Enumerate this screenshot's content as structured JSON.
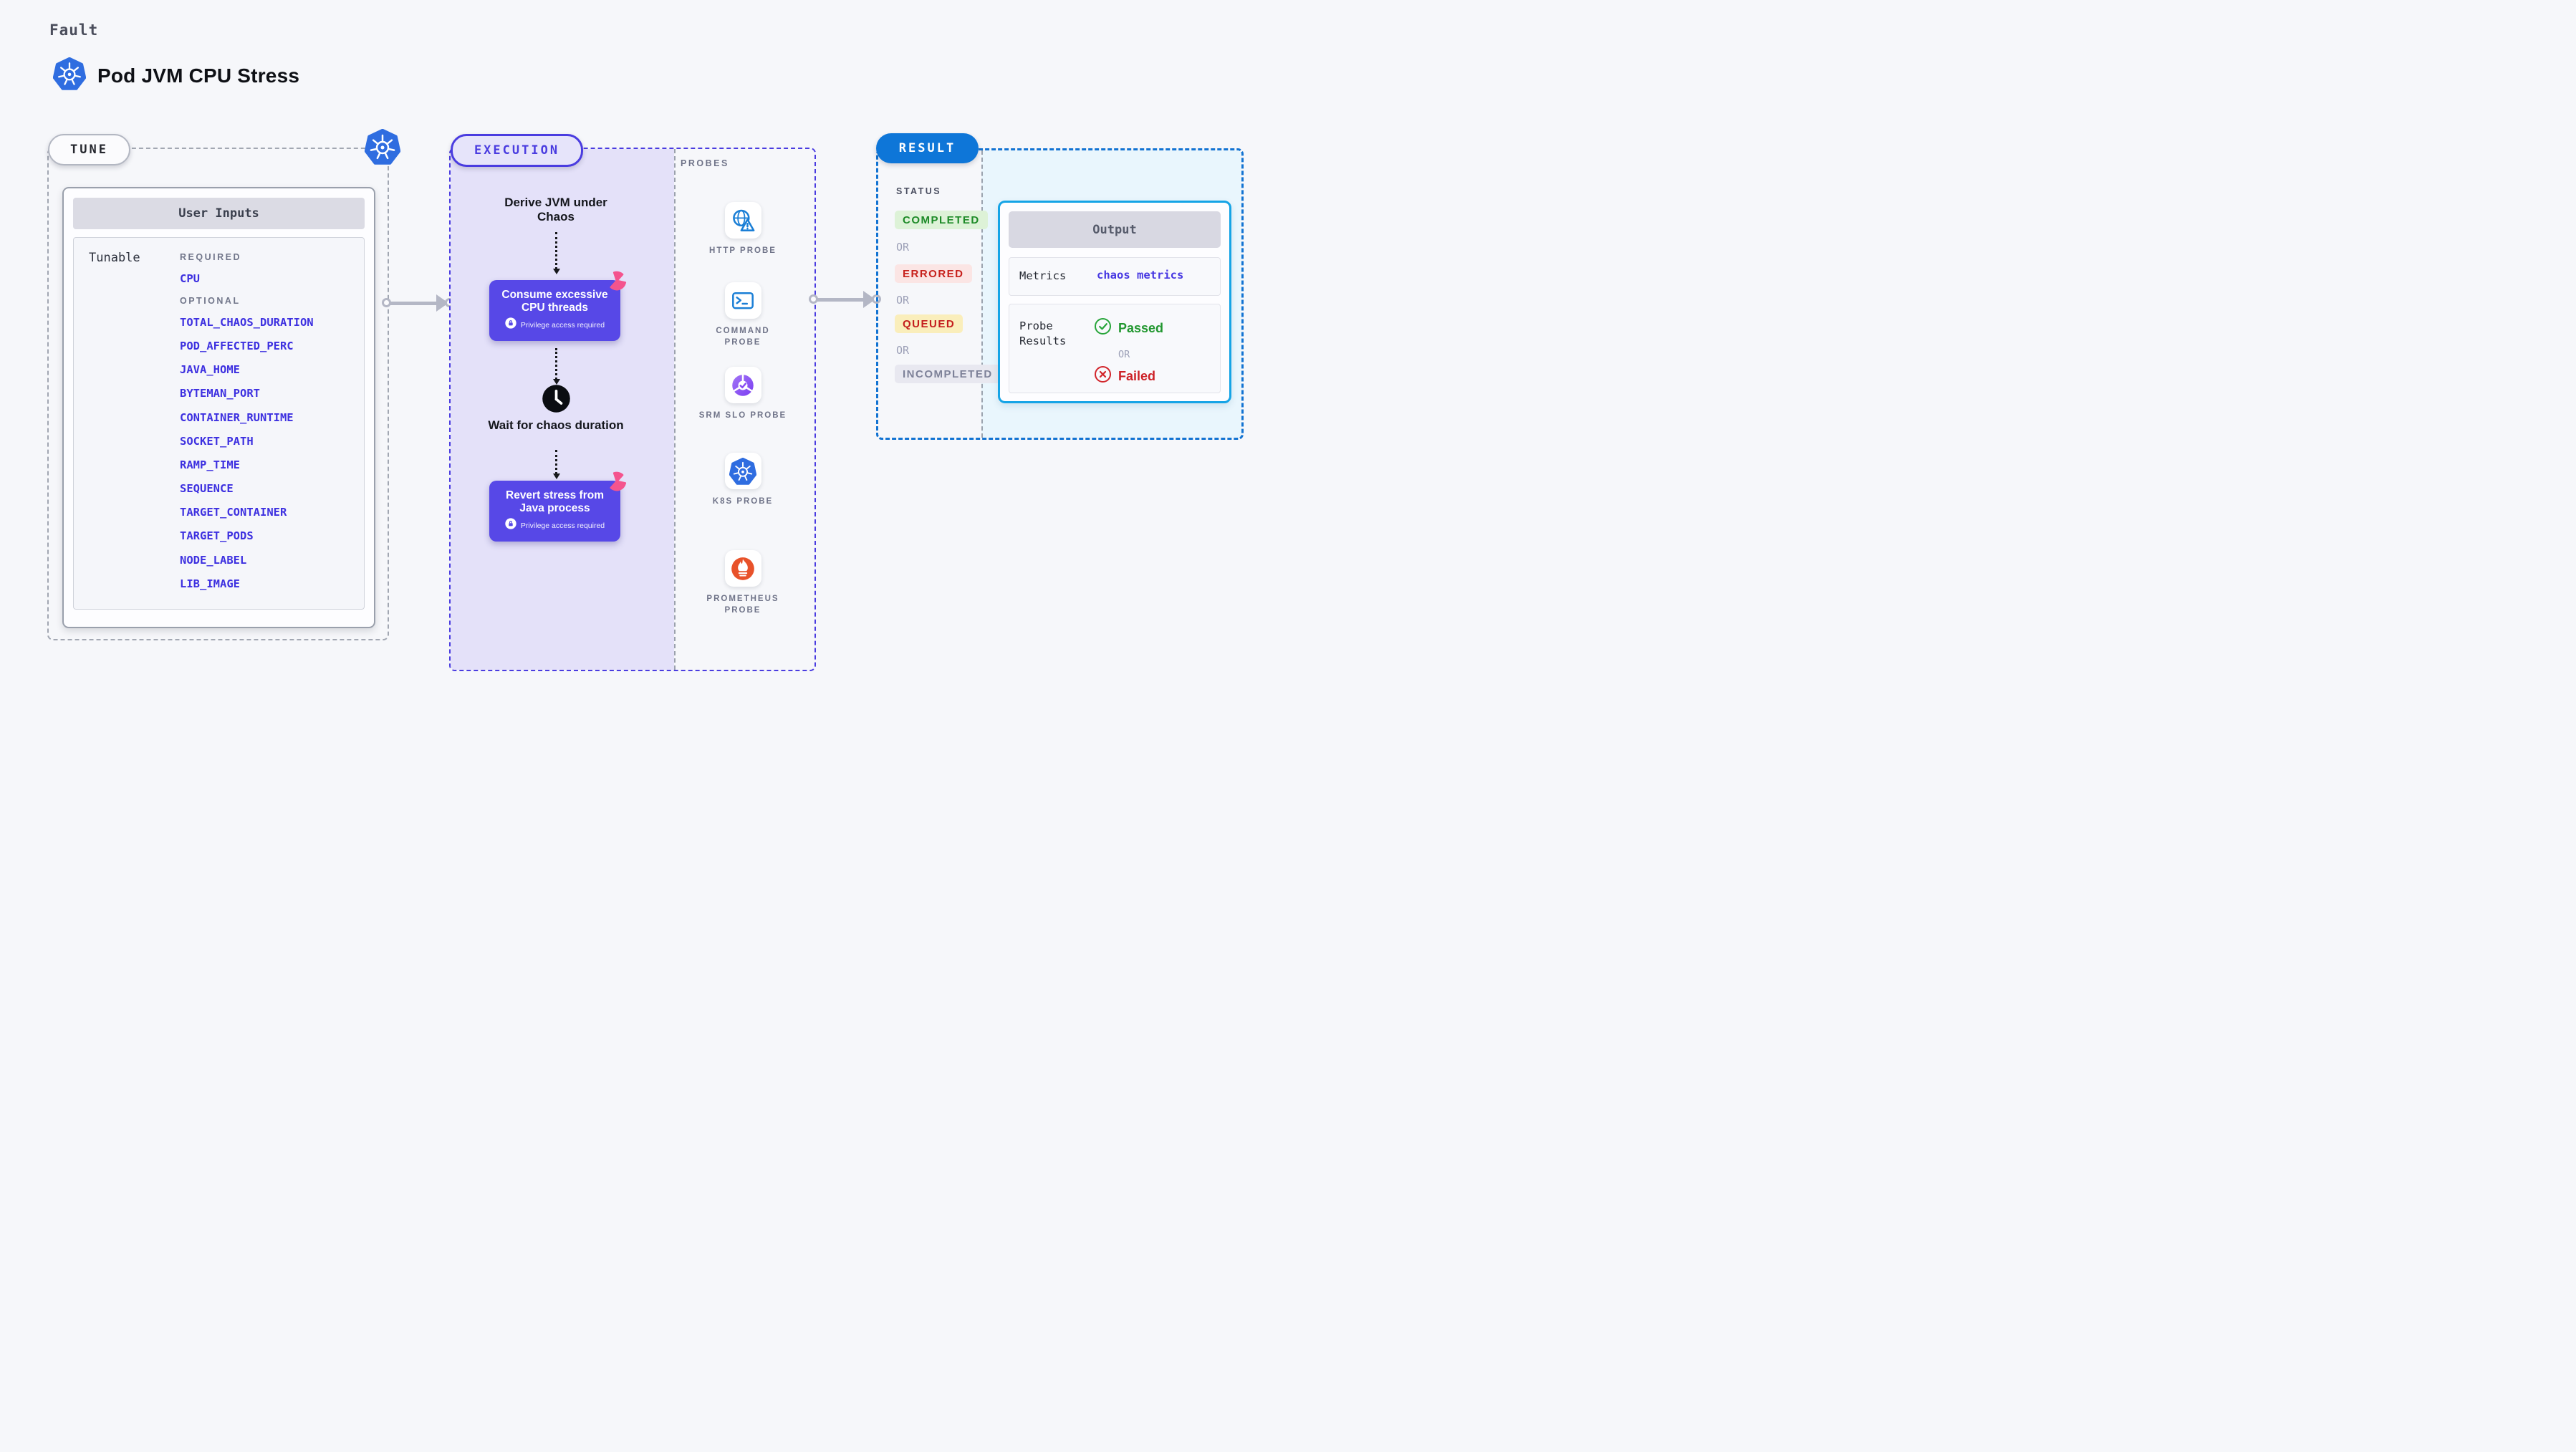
{
  "header": {
    "kicker": "Fault",
    "title": "Pod JVM CPU Stress"
  },
  "tune": {
    "badge": "TUNE",
    "card_title": "User Inputs",
    "row_label": "Tunable",
    "required_label": "REQUIRED",
    "optional_label": "OPTIONAL",
    "required_params": [
      "CPU"
    ],
    "optional_params": [
      "TOTAL_CHAOS_DURATION",
      "POD_AFFECTED_PERC",
      "JAVA_HOME",
      "BYTEMAN_PORT",
      "CONTAINER_RUNTIME",
      "SOCKET_PATH",
      "RAMP_TIME",
      "SEQUENCE",
      "TARGET_CONTAINER",
      "TARGET_PODS",
      "NODE_LABEL",
      "LIB_IMAGE"
    ]
  },
  "execution": {
    "badge": "EXECUTION",
    "steps": {
      "derive": "Derive JVM under Chaos",
      "consume": "Consume excessive CPU threads",
      "wait": "Wait for chaos duration",
      "revert": "Revert stress from Java process"
    },
    "privilege_note": "Privilege access required"
  },
  "probes": {
    "label": "PROBES",
    "items": [
      {
        "label": "HTTP PROBE",
        "icon": "globe-alert-icon"
      },
      {
        "label": "COMMAND PROBE",
        "icon": "terminal-icon"
      },
      {
        "label": "SRM SLO PROBE",
        "icon": "slo-donut-check-icon"
      },
      {
        "label": "K8S PROBE",
        "icon": "kubernetes-icon"
      },
      {
        "label": "PROMETHEUS PROBE",
        "icon": "prometheus-flame-icon"
      }
    ]
  },
  "result": {
    "badge": "RESULT",
    "status_label": "STATUS",
    "or_label": "OR",
    "statuses": [
      {
        "label": "COMPLETED",
        "color": "#1d8a27",
        "bg": "#ddf2d7"
      },
      {
        "label": "ERRORED",
        "color": "#c7211c",
        "bg": "#fbe5e4"
      },
      {
        "label": "QUEUED",
        "color": "#c41d1d",
        "bg": "#faeebb"
      },
      {
        "label": "INCOMPLETED",
        "color": "#7d8198",
        "bg": "#e8e8f0"
      }
    ],
    "output": {
      "title": "Output",
      "metrics_label": "Metrics",
      "metrics_value": "chaos metrics",
      "probe_results_label": "Probe Results",
      "passed_label": "Passed",
      "failed_label": "Failed"
    }
  },
  "colors": {
    "page_bg": "#f6f7fa",
    "indigo_accent": "#4a3ce0",
    "param_indigo": "#3d30e0",
    "step_purple": "#5748e7",
    "lavender_bg": "#e4e1f9",
    "pink_pinwheel": "#f4548e",
    "kubernetes_blue": "#2f6de0",
    "probe_blue": "#1b7fd6",
    "result_blue": "#0e76d8",
    "output_cyan": "#15a4e6",
    "cyan_bg": "#e9f6fd",
    "passed_green": "#21972f",
    "failed_red": "#cd2127",
    "prometheus_orange": "#e8522a",
    "gray_dash": "#9ba1ad"
  }
}
